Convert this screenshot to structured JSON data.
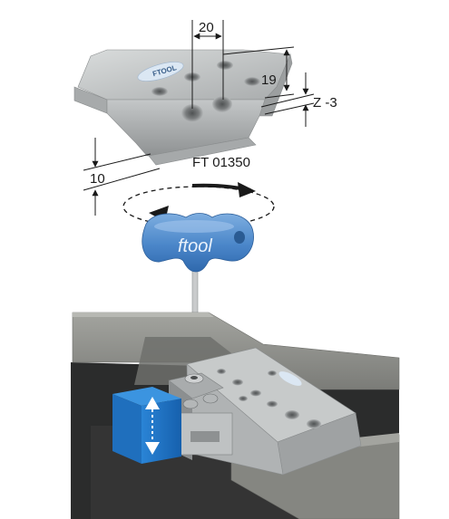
{
  "dimensions": {
    "pitch": "20",
    "height": "19",
    "z_offset": "Z -3",
    "base_height": "10"
  },
  "part_number": "FT 01350",
  "tool_brand": "ftool",
  "plate_logo": "FTOOL",
  "colors": {
    "handle": "#4a86c9",
    "block": "#1e74c4",
    "steel": "#b9bcbd",
    "base_plate": "#8c8d8a",
    "dark_base": "#2b2c2c",
    "logo_badge": "#dbe7f3"
  }
}
